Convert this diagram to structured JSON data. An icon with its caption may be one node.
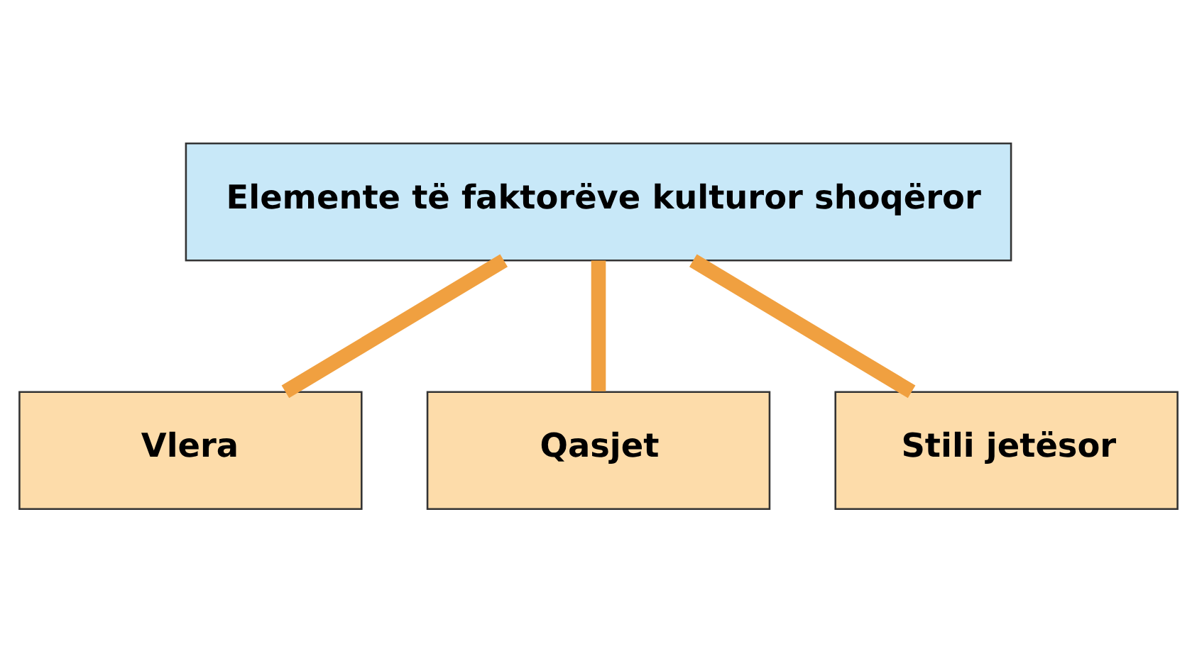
{
  "diagram": {
    "nodes": [
      {
        "text": [
          "Elemente të faktorëve kulturor shoqëror"
        ]
      },
      {
        "text": [
          "Vlera"
        ]
      },
      {
        "text": [
          "Qasjet"
        ]
      },
      {
        "text": [
          "Stili jetësor"
        ]
      }
    ],
    "edges": [
      {
        "from": 0,
        "to": 1,
        "arrow": "none"
      },
      {
        "from": 0,
        "to": 2,
        "arrow": "none"
      },
      {
        "from": 0,
        "to": 3,
        "arrow": "none"
      }
    ]
  }
}
